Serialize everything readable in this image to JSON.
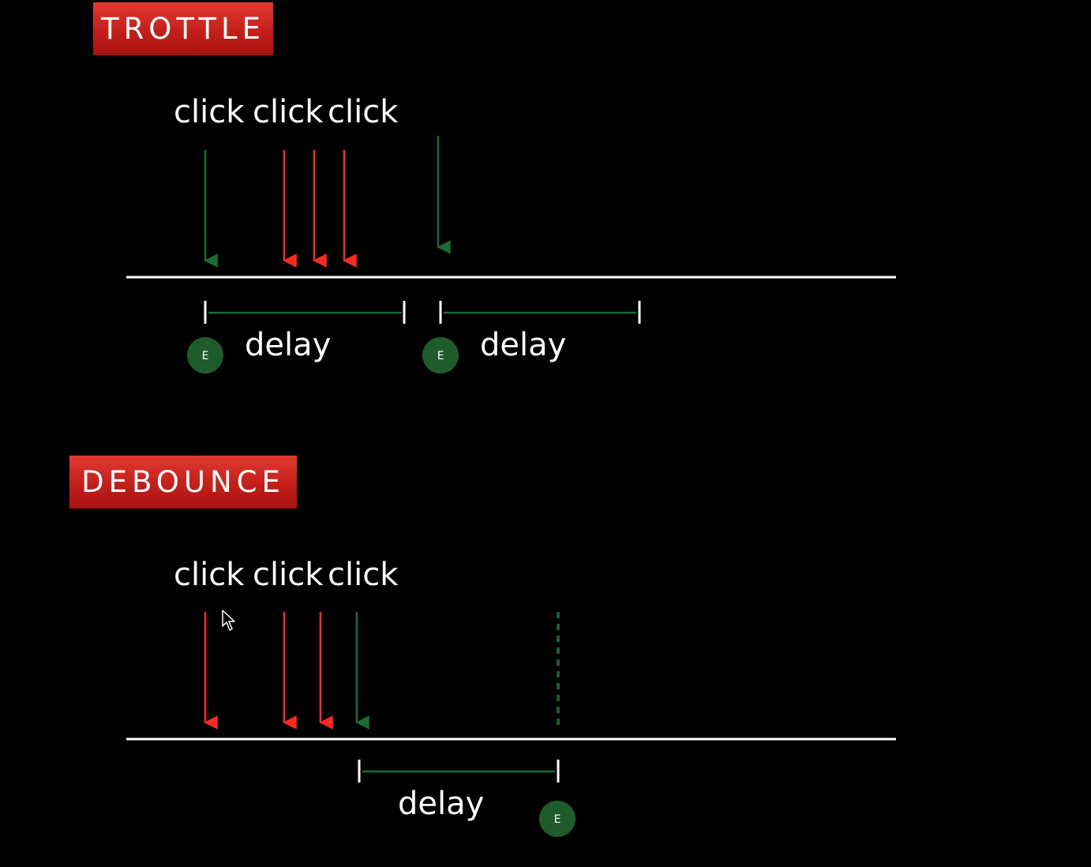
{
  "trottle": {
    "title": "TROTTLE",
    "click_labels": [
      "click",
      "click",
      "click"
    ],
    "delay_labels": [
      "delay",
      "delay"
    ],
    "event_marker": "E"
  },
  "debounce": {
    "title": "DEBOUNCE",
    "click_labels": [
      "click",
      "click",
      "click"
    ],
    "delay_label": "delay",
    "event_marker": "E"
  },
  "colors": {
    "background": "#000000",
    "banner": "#c41f1b",
    "ignored_click": "#ff2a1f",
    "executed_click": "#1b6b32",
    "event_circle": "#1e5c2c",
    "timeline": "#ffffff",
    "text": "#ffffff"
  },
  "icons": [
    "arrow-down-icon",
    "event-circle-icon",
    "cursor-icon"
  ]
}
